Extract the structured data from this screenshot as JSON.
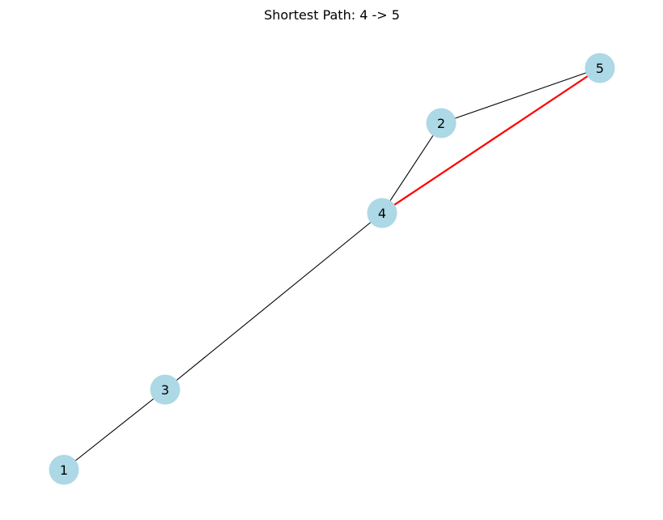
{
  "title": "Shortest Path: 4 -> 5",
  "colors": {
    "node_fill": "#add8e6",
    "edge": "#000000",
    "path_edge": "#ff0000",
    "label": "#000000"
  },
  "graph": {
    "nodes": [
      {
        "id": "1",
        "label": "1"
      },
      {
        "id": "2",
        "label": "2"
      },
      {
        "id": "3",
        "label": "3"
      },
      {
        "id": "4",
        "label": "4"
      },
      {
        "id": "5",
        "label": "5"
      }
    ],
    "edges": [
      {
        "source": "1",
        "target": "3",
        "on_path": false
      },
      {
        "source": "3",
        "target": "4",
        "on_path": false
      },
      {
        "source": "4",
        "target": "2",
        "on_path": false
      },
      {
        "source": "2",
        "target": "5",
        "on_path": false
      },
      {
        "source": "4",
        "target": "5",
        "on_path": true
      }
    ],
    "path": [
      "4",
      "5"
    ]
  }
}
